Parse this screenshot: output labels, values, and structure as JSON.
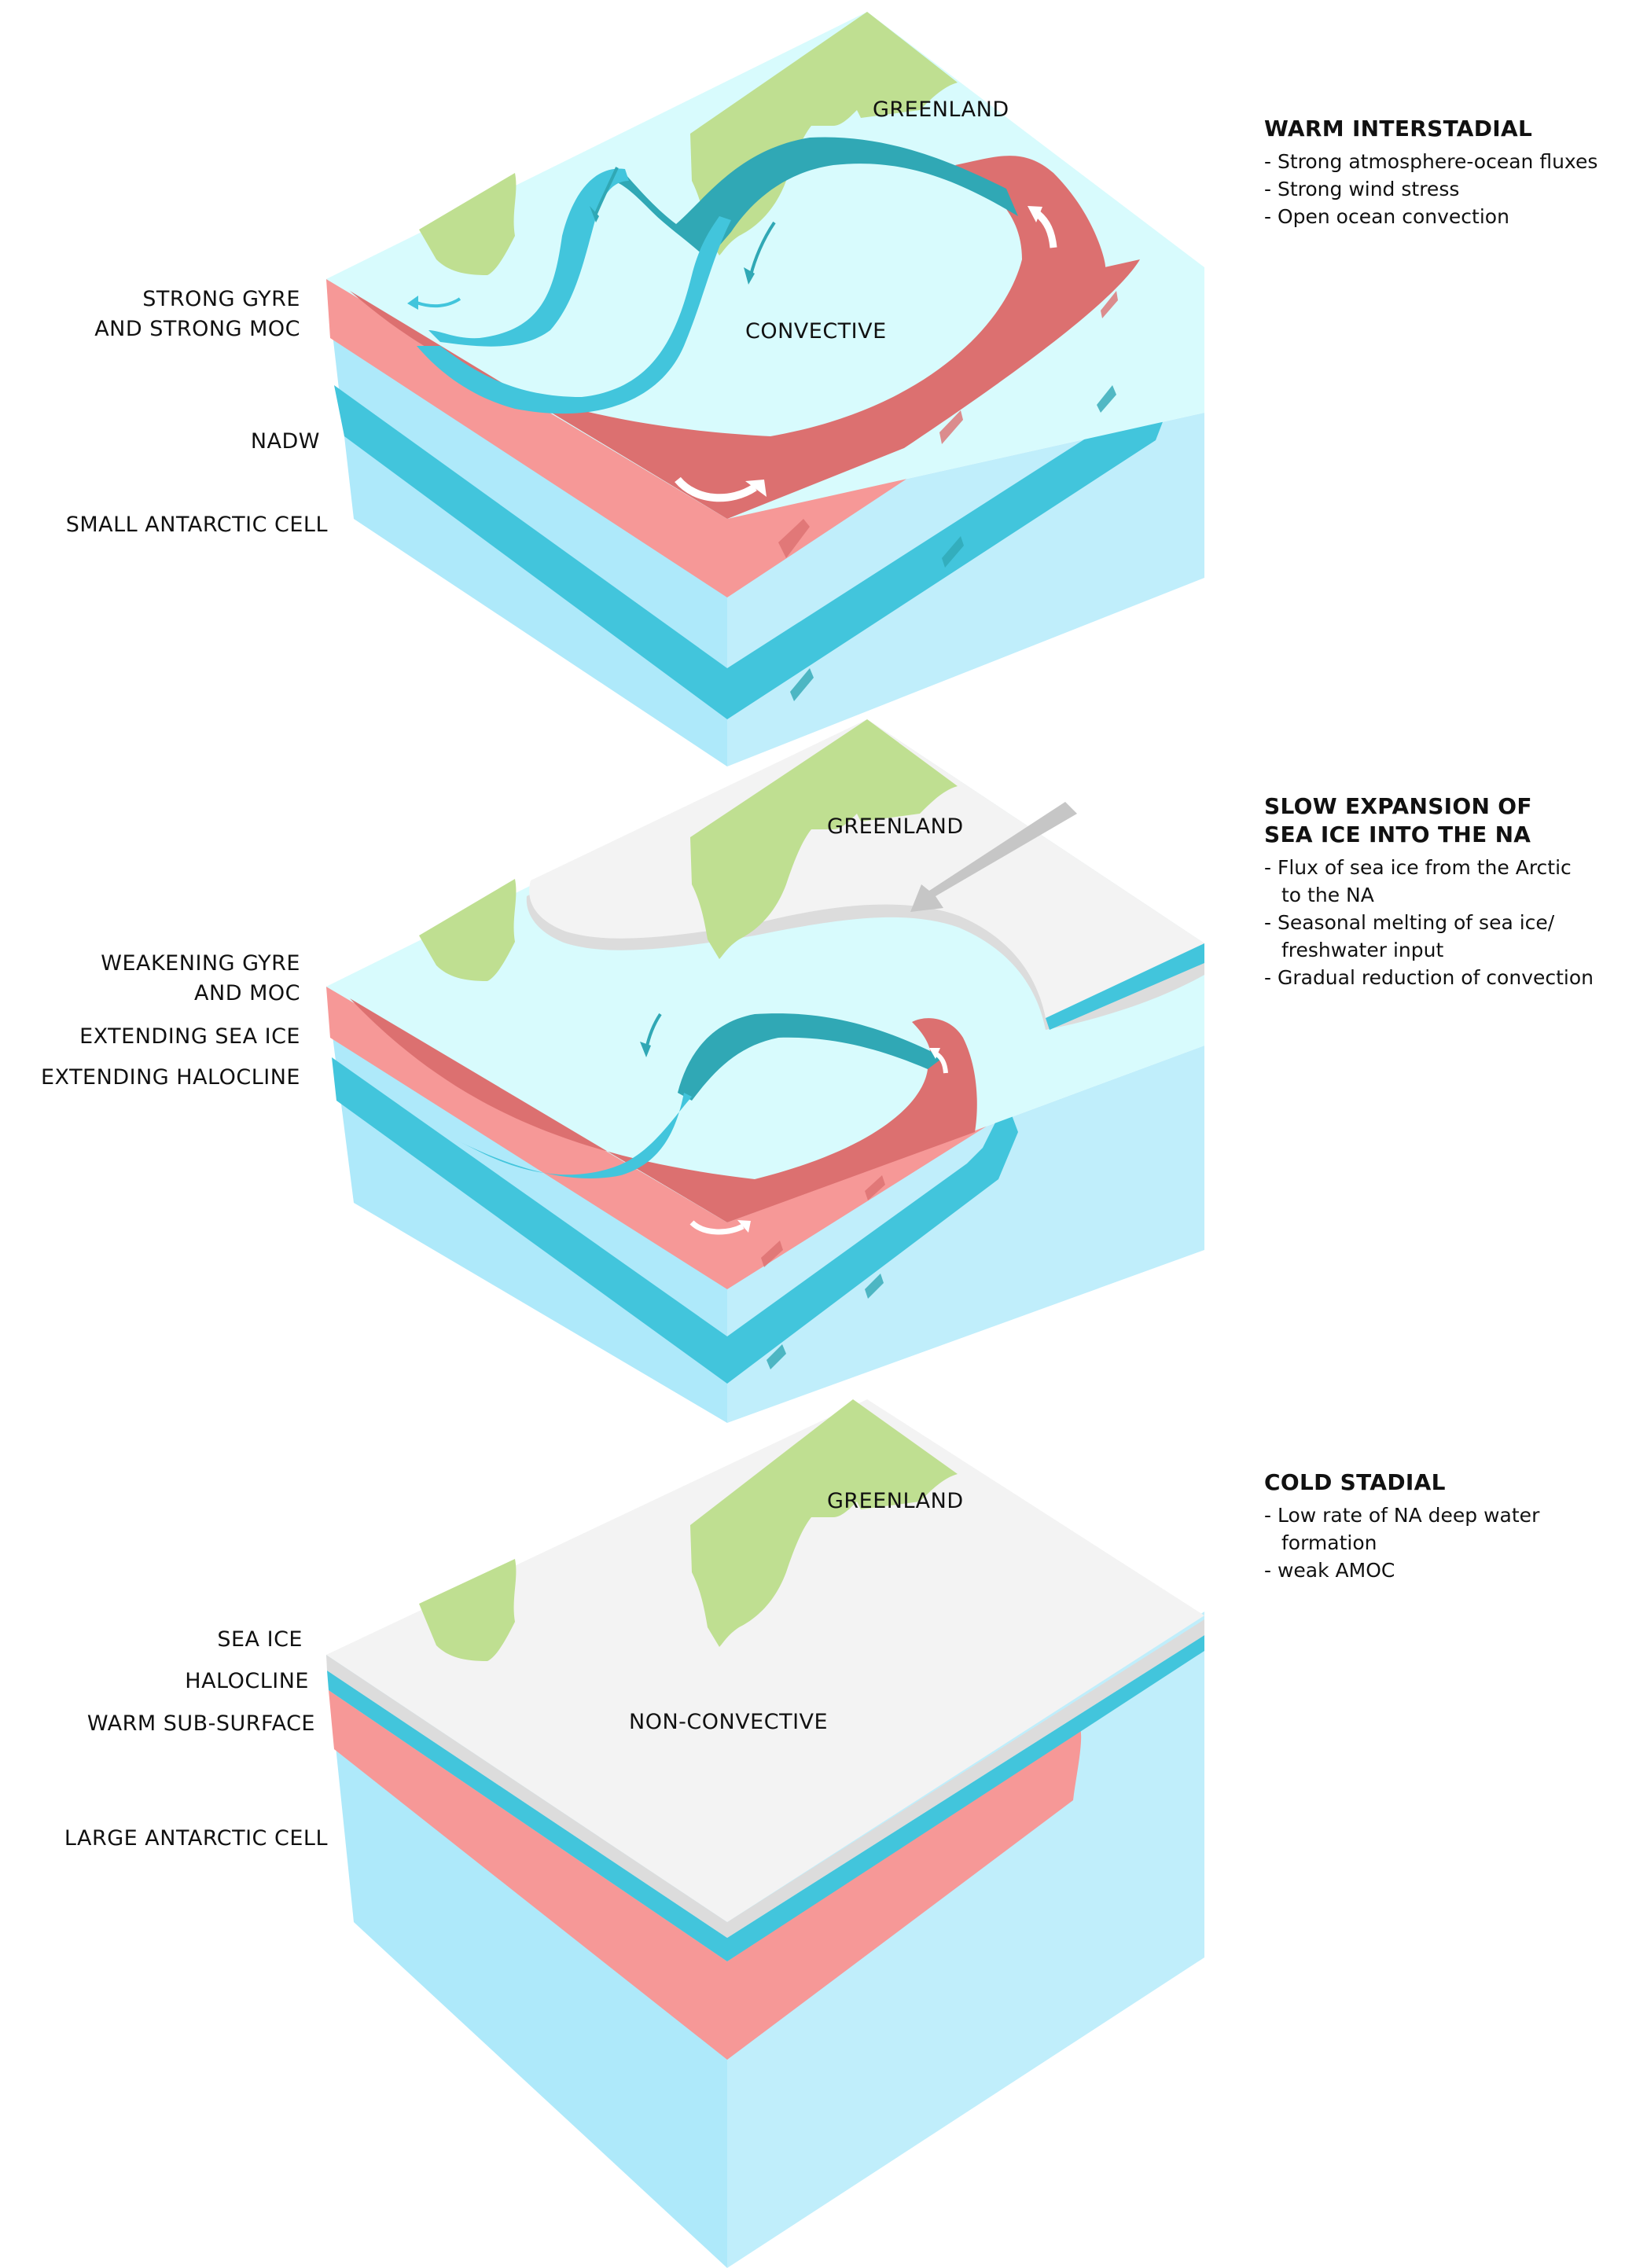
{
  "colors": {
    "surface_ocean": "#d8fbfd",
    "sea_ice": "#f3f3f3",
    "sea_ice_edge": "#dcdcdc",
    "land": "#bfdf91",
    "warm_light": "#f69897",
    "warm_dark": "#dc7070",
    "cold_layer": "#42c5dc",
    "cold_current_dark": "#30a8b5",
    "deep_left": "#aee9fa",
    "deep_right": "#c0eefb",
    "arrow_grey": "#c6c6c6"
  },
  "panels": [
    {
      "id": "warm-interstadial",
      "title": "WARM INTERSTADIAL",
      "bullets": [
        "- Strong atmosphere-ocean fluxes",
        "- Strong wind stress",
        "- Open ocean convection"
      ],
      "side_labels": [
        "STRONG GYRE\nAND STRONG MOC",
        "NADW",
        "SMALL ANTARCTIC CELL"
      ],
      "surface_labels": {
        "region": "GREENLAND",
        "state": "CONVECTIVE"
      }
    },
    {
      "id": "slow-expansion",
      "title": "SLOW EXPANSION OF\nSEA ICE INTO THE NA",
      "bullets": [
        "- Flux of sea ice from the Arctic\nto the NA",
        "- Seasonal melting of sea ice/\nfreshwater input",
        "- Gradual reduction of convection"
      ],
      "side_labels": [
        "WEAKENING GYRE\nAND MOC",
        "EXTENDING SEA ICE",
        "EXTENDING HALOCLINE"
      ],
      "surface_labels": {
        "region": "GREENLAND"
      }
    },
    {
      "id": "cold-stadial",
      "title": "COLD STADIAL",
      "bullets": [
        "- Low rate of NA deep water\nformation",
        "- weak AMOC"
      ],
      "side_labels": [
        "SEA ICE",
        "HALOCLINE",
        "WARM SUB-SURFACE",
        "LARGE ANTARCTIC CELL"
      ],
      "surface_labels": {
        "region": "GREENLAND",
        "state": "NON-CONVECTIVE"
      }
    }
  ]
}
